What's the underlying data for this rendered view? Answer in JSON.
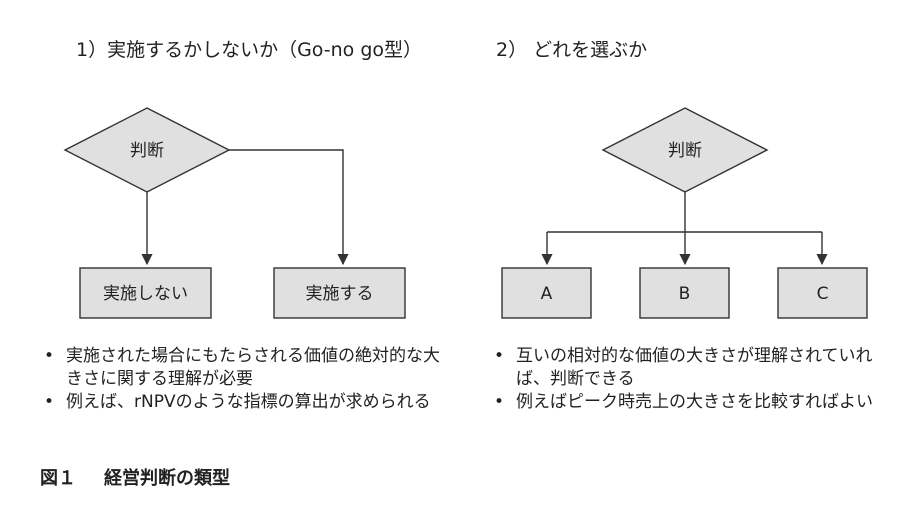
{
  "left_panel": {
    "title": "1）実施するかしないか（Go-no go型）",
    "decision_label": "判断",
    "outcomes": [
      "実施しない",
      "実施する"
    ],
    "notes": [
      "実施された場合にもたらされる価値の絶対的な大きさに関する理解が必要",
      "例えば、rNPVのような指標の算出が求められる"
    ]
  },
  "right_panel": {
    "title": "2） どれを選ぶか",
    "decision_label": "判断",
    "options": [
      "A",
      "B",
      "C"
    ],
    "notes": [
      "互いの相対的な価値の大きさが理解されていれば、判断できる",
      "例えばピーク時売上の大きさを比較すればよい"
    ]
  },
  "caption": {
    "figure_number": "図１",
    "text": "経営判断の類型"
  },
  "colors": {
    "shape_fill": "#e0e0e0",
    "stroke": "#333333",
    "text": "#222222"
  }
}
